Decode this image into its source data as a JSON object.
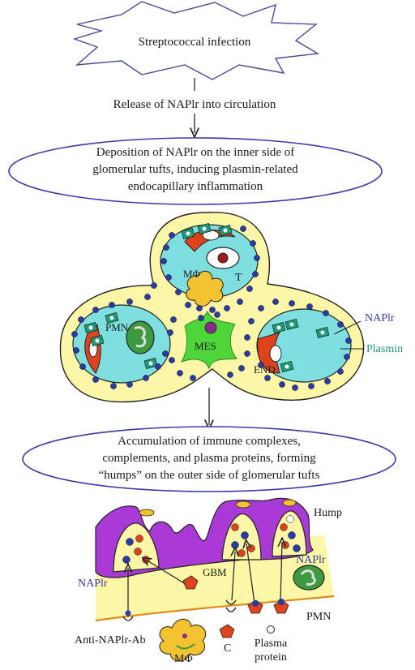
{
  "flow": {
    "step1": "Streptococcal infection",
    "step2": "Release of NAPlr into circulation",
    "step3_lines": [
      "Deposition of NAPlr on the inner side of",
      "glomerular tufts, inducing plasmin-related",
      "endocapillary inflammation"
    ],
    "step4_lines": [
      "Accumulation of immune complexes,",
      "complements, and plasma proteins, forming",
      "“humps” on the outer side of glomerular tufts"
    ]
  },
  "glomerulus": {
    "macrophage": "MΦ",
    "t_cell": "T",
    "pmn": "PMN",
    "mesangium": "MES",
    "endothelium": "END",
    "naplr_label": "NAPlr",
    "plasmin_label": "Plasmin"
  },
  "hump_panel": {
    "hump": "Hump",
    "gbm": "GBM",
    "naplr_right": "NAPlr",
    "naplr_left": "NAPlr",
    "pmn": "PMN",
    "antibody": "Anti-NAPlr-Ab",
    "macrophage": "MΦ",
    "complement": "C",
    "plasma_protein_line1": "Plasma",
    "plasma_protein_line2": "protein"
  },
  "colors": {
    "naplr": "#3838a8",
    "plasmin": "#1f9a78",
    "capillary": "#7fdede",
    "tuft": "#fbf7a6",
    "mesangium": "#4cd63a",
    "cell_red": "#e0421c",
    "hump_purple": "#a93ad6",
    "dot_blue": "#2a3aa8"
  }
}
